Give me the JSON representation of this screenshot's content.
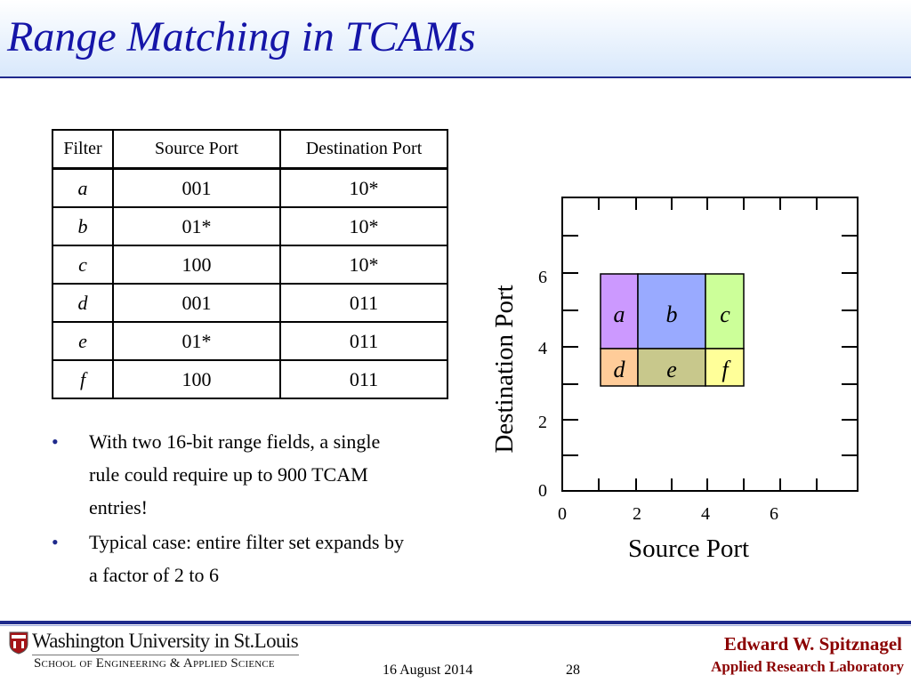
{
  "slide": {
    "title": "Range Matching in TCAMs"
  },
  "table": {
    "headers": [
      "Filter",
      "Source Port",
      "Destination Port"
    ],
    "rows": [
      {
        "filter": "a",
        "source": "001",
        "dest": "10*"
      },
      {
        "filter": "b",
        "source": "01*",
        "dest": "10*"
      },
      {
        "filter": "c",
        "source": "100",
        "dest": "10*"
      },
      {
        "filter": "d",
        "source": "001",
        "dest": "011"
      },
      {
        "filter": "e",
        "source": "01*",
        "dest": "011"
      },
      {
        "filter": "f",
        "source": "100",
        "dest": "011"
      }
    ]
  },
  "bullets": [
    "With two 16-bit range fields, a single rule could require up to 900 TCAM entries!",
    "Typical case: entire filter set expands by a factor of 2 to 6"
  ],
  "plot": {
    "xlabel": "Source Port",
    "ylabel": "Destination Port",
    "x_ticks": [
      "0",
      "2",
      "4",
      "6"
    ],
    "y_ticks": [
      "0",
      "2",
      "4",
      "6"
    ],
    "regions": [
      {
        "label": "a",
        "color": "#cc99ff"
      },
      {
        "label": "b",
        "color": "#99aaff"
      },
      {
        "label": "c",
        "color": "#ccff99"
      },
      {
        "label": "d",
        "color": "#ffcc99"
      },
      {
        "label": "e",
        "color": "#c8c88c"
      },
      {
        "label": "f",
        "color": "#ffff99"
      }
    ]
  },
  "footer": {
    "university": "Washington University in St.Louis",
    "school": "School of Engineering & Applied Science",
    "date": "16 August 2014",
    "page": "28",
    "author": "Edward W. Spitznagel",
    "lab": "Applied Research Laboratory"
  }
}
